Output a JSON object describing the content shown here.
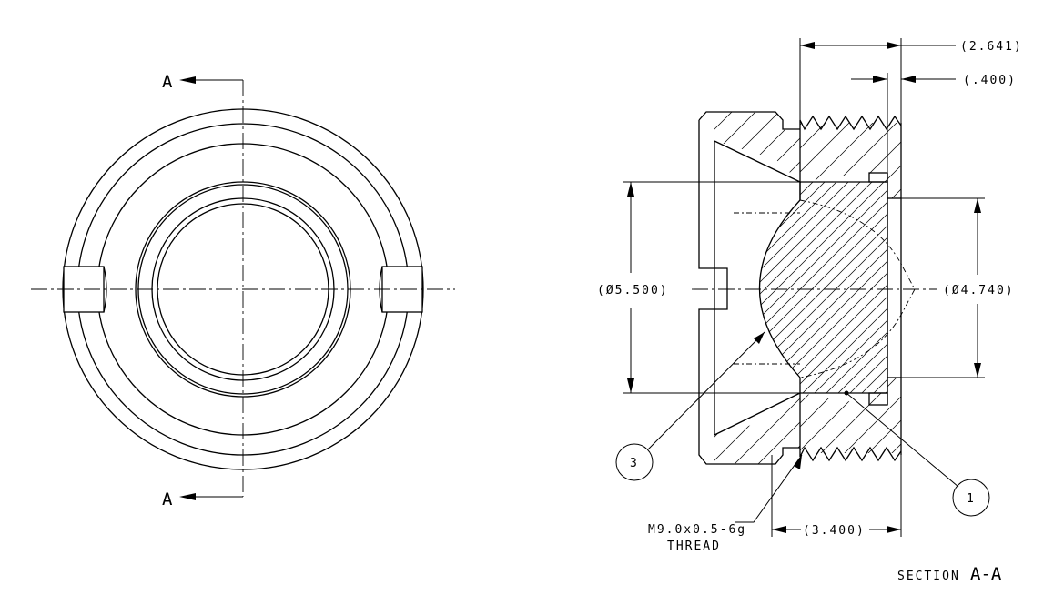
{
  "front_view": {
    "section_label_top": "A",
    "section_label_bottom": "A"
  },
  "section_view": {
    "dimensions": {
      "overall_length": "(2.641)",
      "relief_length": "(.400)",
      "outer_diameter": "(Ø5.500)",
      "inner_diameter": "(Ø4.740)",
      "thread_length": "(3.400)"
    },
    "thread_callout": {
      "line1": "M9.0x0.5-6g",
      "line2": "THREAD"
    },
    "balloons": [
      "3",
      "1"
    ],
    "title_word": "SECTION",
    "title_letters": "A-A"
  }
}
